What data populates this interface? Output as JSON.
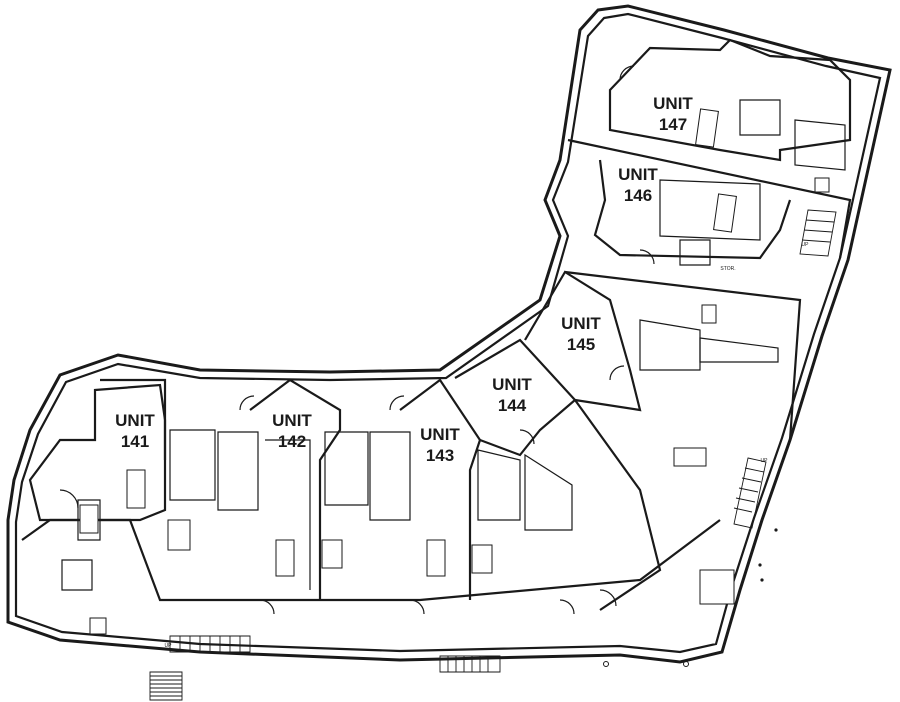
{
  "units": [
    {
      "id": "141",
      "line1": "UNIT",
      "line2": "141"
    },
    {
      "id": "142",
      "line1": "UNIT",
      "line2": "142"
    },
    {
      "id": "143",
      "line1": "UNIT",
      "line2": "143"
    },
    {
      "id": "144",
      "line1": "UNIT",
      "line2": "144"
    },
    {
      "id": "145",
      "line1": "UNIT",
      "line2": "145"
    },
    {
      "id": "146",
      "line1": "UNIT",
      "line2": "146"
    },
    {
      "id": "147",
      "line1": "UNIT",
      "line2": "147"
    }
  ],
  "annotations": {
    "stor": "STOR.",
    "up_1": "UP",
    "up_2": "UP",
    "up_3": "UP"
  }
}
